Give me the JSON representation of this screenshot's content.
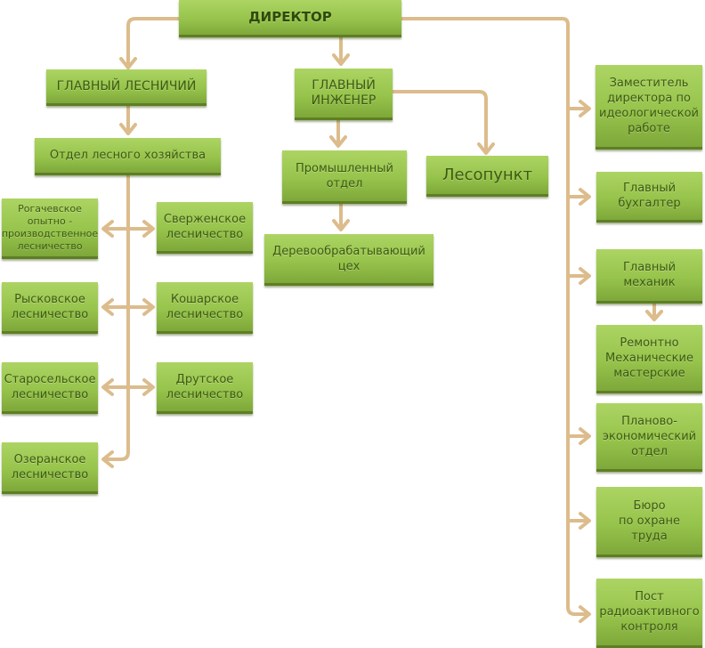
{
  "diagram": {
    "colors": {
      "box": "#97c44c",
      "box_border": "#5e7f23",
      "text": "#3d5a12",
      "connector": "#dcbc8c"
    },
    "nodes": {
      "director": "ДИРЕКТОР",
      "chief_forester": "ГЛАВНЫЙ ЛЕСНИЧИЙ",
      "chief_engineer": "ГЛАВНЫЙ\nИНЖЕНЕР",
      "forestry_dept": "Отдел лесного хозяйства",
      "industrial_dept": "Промышленный\nотдел",
      "lesopunkt": "Лесопункт",
      "woodworking": "Деревообрабатывающий\nцех",
      "rogachev": "Рогачевское\nопытно -\nпроизводственное\nлесничество",
      "sverzhen": "Сверженское\nлесничество",
      "ryskov": "Рысковское\nлесничество",
      "koshar": "Кошарское\nлесничество",
      "staroselsk": "Старосельское\nлесничество",
      "drut": "Друтское\nлесничество",
      "ozeran": "Озеранское\nлесничество",
      "deputy_ideology": "Заместитель\nдиректора по\nидеологической\nработе",
      "chief_accountant": "Главный\nбухгалтер",
      "chief_mechanic": "Главный\nмеханик",
      "repair_workshops": "Ремонтно\nМеханические\nмастерские",
      "planning_dept": "Планово-\nэкономический\nотдел",
      "safety_bureau": "Бюро\nпо охране\nтруда",
      "radiation_post": "Пост\nрадиоактивного\nконтроля"
    }
  }
}
